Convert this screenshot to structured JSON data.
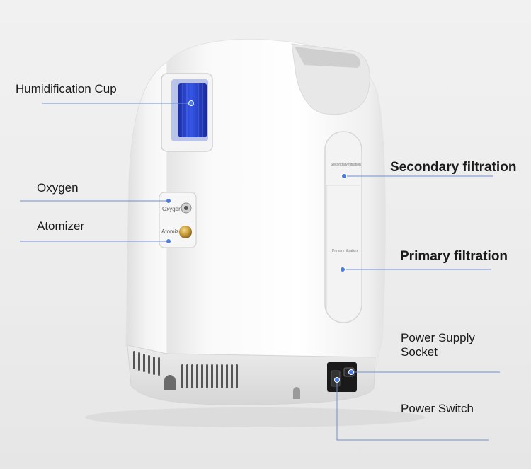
{
  "labels": {
    "humidification_cup": "Humidification Cup",
    "oxygen": "Oxygen",
    "atomizer": "Atomizer",
    "secondary_filtration": "Secondary filtration",
    "primary_filtration": "Primary filtration",
    "power_supply_socket": "Power Supply Socket",
    "power_switch": "Power Switch"
  },
  "device_markings": {
    "oxygen_port": "Oxygen",
    "atomizer_port": "Atomizer",
    "secondary_panel": "Secondary filtration",
    "primary_panel": "Primary filtration"
  },
  "colors": {
    "callout_line": "#6f8fd6",
    "callout_dot": "#4a7be0",
    "cup_blue": "#2a48d8",
    "brass": "#c8a040"
  }
}
